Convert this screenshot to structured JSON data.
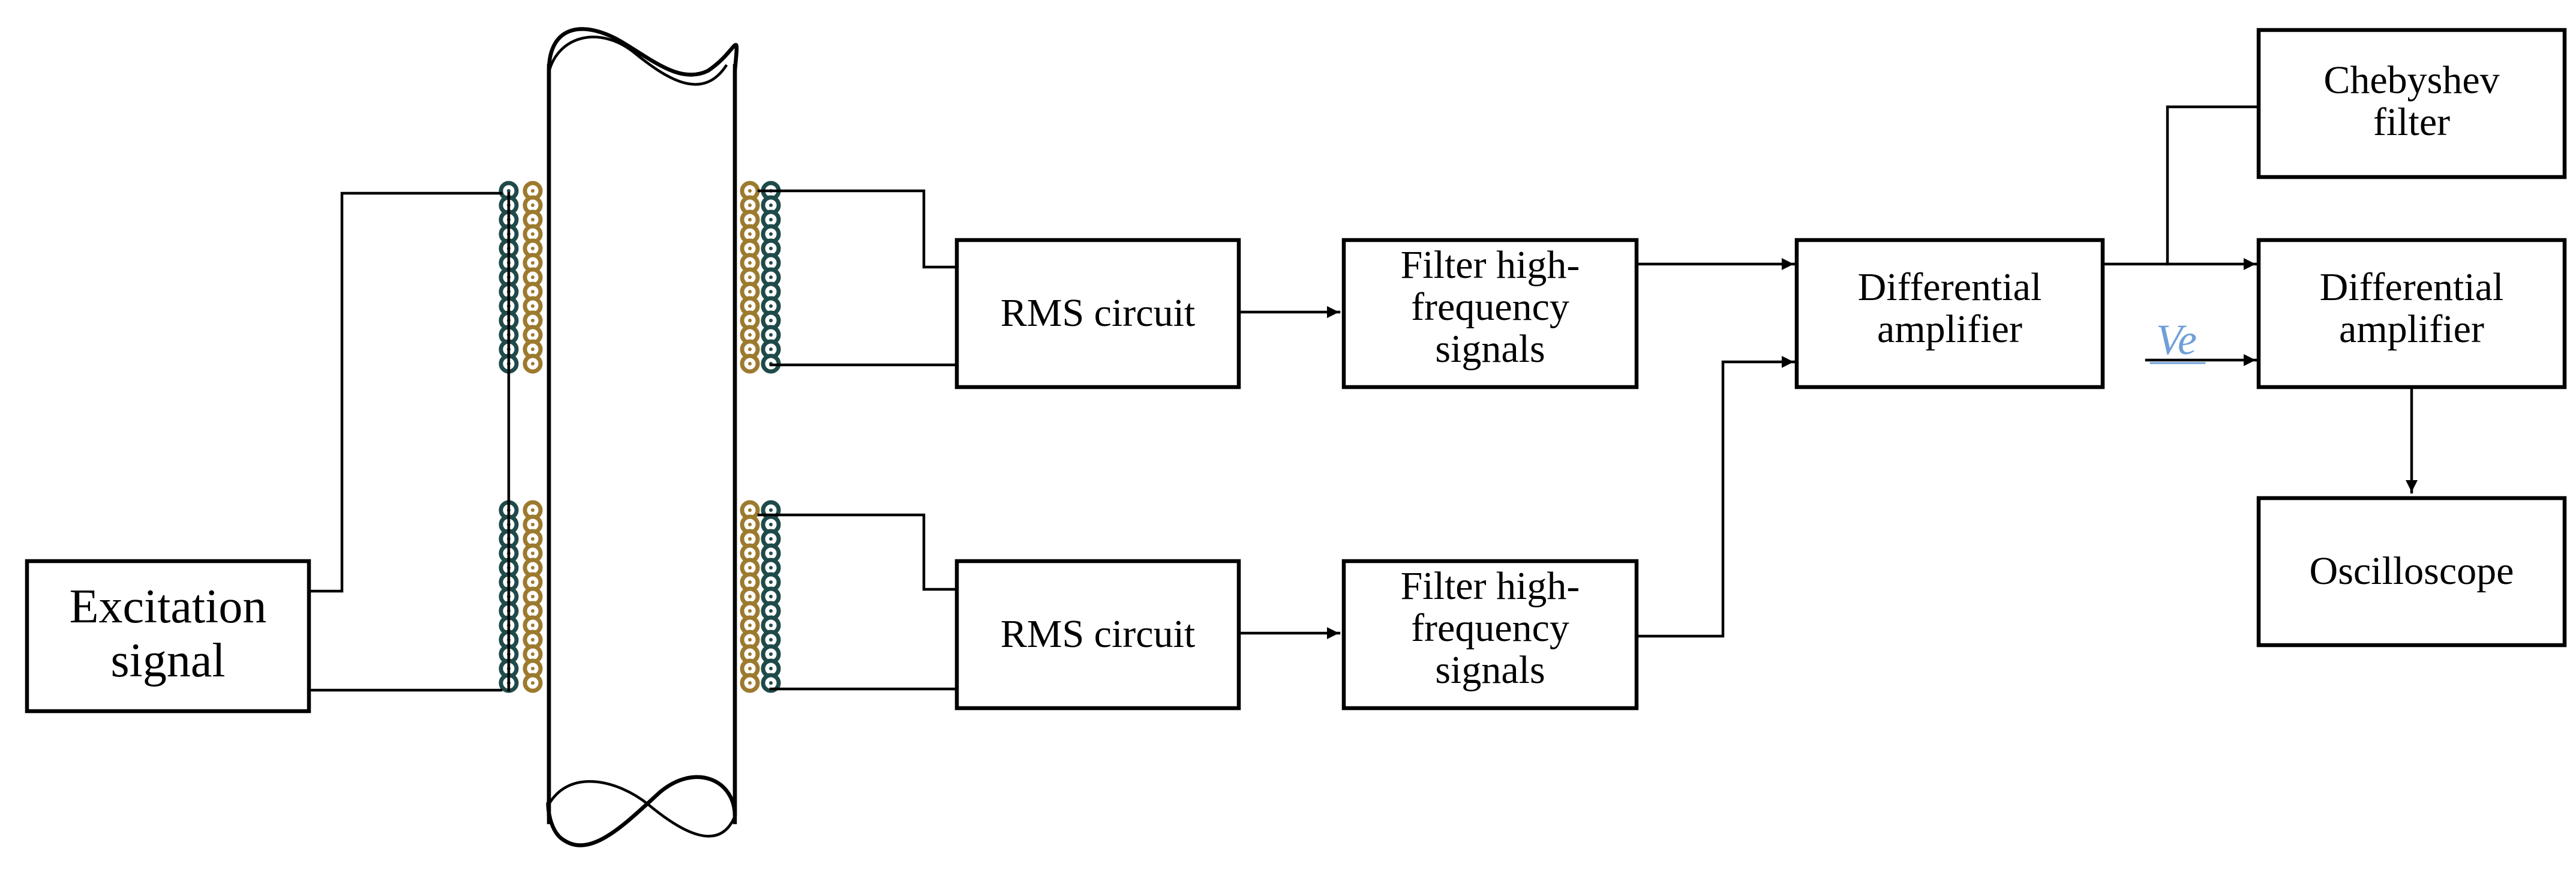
{
  "blocks": {
    "excitation": [
      "Excitation",
      "signal"
    ],
    "rms_top": [
      "RMS circuit"
    ],
    "rms_bottom": [
      "RMS circuit"
    ],
    "filter_top": [
      "Filter high-",
      "frequency",
      "signals"
    ],
    "filter_bottom": [
      "Filter high-",
      "frequency",
      "signals"
    ],
    "diff_amp_1": [
      "Differential",
      "amplifier"
    ],
    "diff_amp_2": [
      "Differential",
      "amplifier"
    ],
    "chebyshev": [
      "Chebyshev",
      "filter"
    ],
    "oscilloscope": [
      "Oscilloscope"
    ]
  },
  "labels": {
    "ve": "Ve"
  },
  "colors": {
    "coil_dark": "#1f4a4a",
    "coil_gold": "#9c7a2e",
    "ve_blue": "#6f9fd8"
  }
}
